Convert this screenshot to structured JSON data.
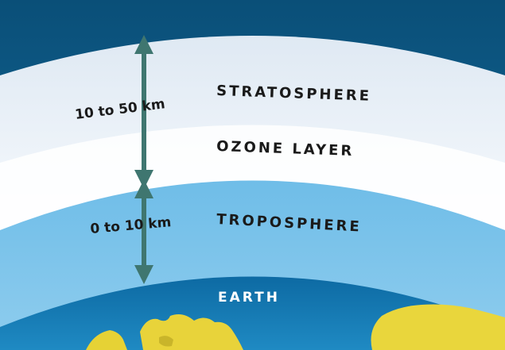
{
  "labels": {
    "stratosphere_range": "10 to 50 km",
    "stratosphere": "STRATOSPHERE",
    "ozone_layer": "OZONE LAYER",
    "troposphere_range": "0 to 10 km",
    "troposphere": "TROPOSPHERE",
    "earth": "EARTH"
  },
  "colors": {
    "space": "#0f5e8a",
    "stratosphere": "#eaf1f8",
    "ozone": "#ffffff",
    "troposphere": "#7cc4ea",
    "earth_ocean": "#0e6fa8",
    "land": "#e8d33a",
    "arrow": "#3f7670"
  }
}
